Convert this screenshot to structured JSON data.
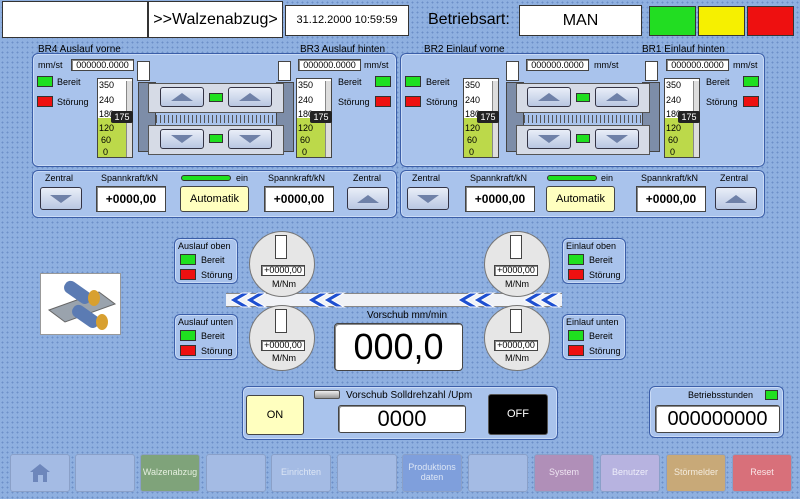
{
  "header": {
    "title": ">>Walzenabzug>",
    "datetime": "31.12.2000 10:59:59",
    "mode_label": "Betriebsart:",
    "mode_value": "MAN",
    "lamp_green": "#22dd22",
    "lamp_yellow": "#f7f000",
    "lamp_red": "#ee1010"
  },
  "left_unit": {
    "br_left": "BR4 Auslauf vorne",
    "br_right": "BR3 Auslauf hinten",
    "speed_left": "000000.0000",
    "speed_right": "000000.0000",
    "unit_left": "mm/st",
    "unit_right": "mm/st",
    "ready_left": "Bereit",
    "fault_left": "Störung",
    "ready_right": "Bereit",
    "fault_right": "Störung",
    "gauge_ticks": [
      "350",
      "240",
      "180",
      "120",
      "60",
      "0"
    ],
    "gauge_value": "175",
    "zentral_left": "Zentral",
    "zentral_right": "Zentral",
    "spann_left": "Spannkraft/kN",
    "spann_right": "Spannkraft/kN",
    "spann_val_left": "+0000,00",
    "spann_val_right": "+0000,00",
    "ein": "ein",
    "auto": "Automatik"
  },
  "right_unit": {
    "br_left": "BR2 Einlauf vorne",
    "br_right": "BR1 Einlauf hinten",
    "speed_left": "000000.0000",
    "speed_right": "000000.0000",
    "unit_left": "mm/st",
    "unit_right": "mm/st",
    "ready_left": "Bereit",
    "fault_left": "Störung",
    "ready_right": "Bereit",
    "fault_right": "Störung",
    "gauge_ticks": [
      "350",
      "240",
      "180",
      "120",
      "60",
      "0"
    ],
    "gauge_value": "175",
    "zentral_left": "Zentral",
    "zentral_right": "Zentral",
    "spann_left": "Spannkraft/kN",
    "spann_right": "Spannkraft/kN",
    "spann_val_left": "+0000,00",
    "spann_val_right": "+0000,00",
    "ein": "ein",
    "auto": "Automatik"
  },
  "middle": {
    "auslauf_oben": {
      "title": "Auslauf oben",
      "ready": "Bereit",
      "fault": "Störung"
    },
    "auslauf_unten": {
      "title": "Auslauf unten",
      "ready": "Bereit",
      "fault": "Störung"
    },
    "einlauf_oben": {
      "title": "Einlauf oben",
      "ready": "Bereit",
      "fault": "Störung"
    },
    "einlauf_unten": {
      "title": "Einlauf unten",
      "ready": "Bereit",
      "fault": "Störung"
    },
    "dial_tl": {
      "value": "+0000,00",
      "unit": "M/Nm"
    },
    "dial_tr": {
      "value": "+0000,00",
      "unit": "M/Nm"
    },
    "dial_bl": {
      "value": "+0000,00",
      "unit": "M/Nm"
    },
    "dial_br": {
      "value": "+0000,00",
      "unit": "M/Nm"
    },
    "vorschub_label": "Vorschub mm/min",
    "vorschub_value": "000,0"
  },
  "solldrehzahl": {
    "label": "Vorschub Solldrehzahl /Upm",
    "value": "0000",
    "on": "ON",
    "off": "OFF"
  },
  "betriebsstunden": {
    "label": "Betriebsstunden",
    "value": "000000000"
  },
  "nav": [
    {
      "label": ""
    },
    {
      "label": ""
    },
    {
      "label": "Walzenabzug"
    },
    {
      "label": ""
    },
    {
      "label": "Einrichten"
    },
    {
      "label": ""
    },
    {
      "label": "Produktions\ndaten"
    },
    {
      "label": ""
    },
    {
      "label": "System"
    },
    {
      "label": "Benutzer"
    },
    {
      "label": "Störmelder"
    },
    {
      "label": "Reset"
    }
  ]
}
